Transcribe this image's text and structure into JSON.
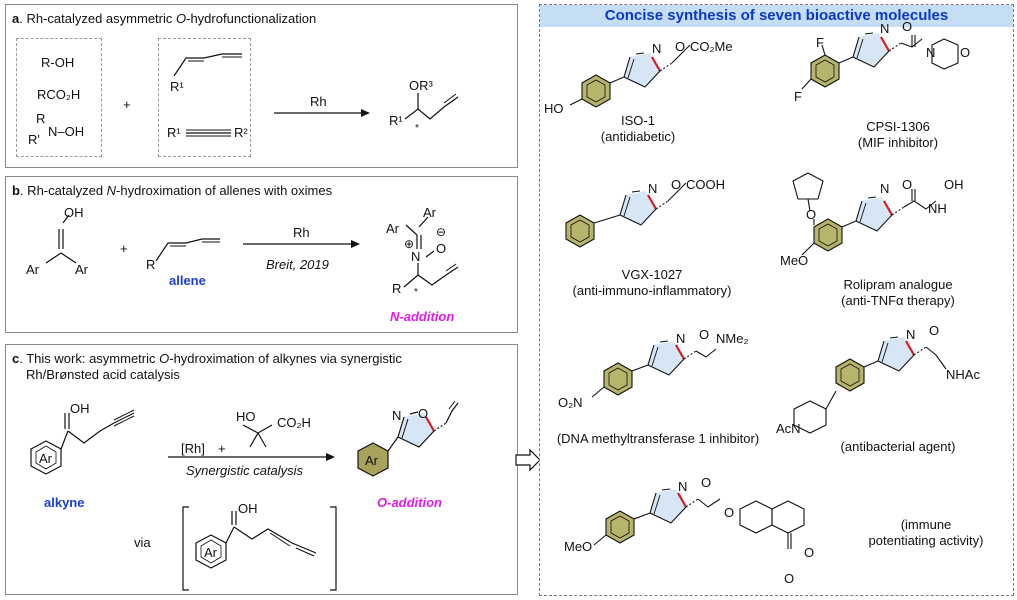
{
  "panel_a": {
    "title_letter": "a",
    "title_pre": ". Rh-catalyzed asymmetric ",
    "title_italic": "O",
    "title_post": "-hydrofunctionalization",
    "nucleophiles": [
      "R-OH",
      "RCO₂H",
      "N–OH"
    ],
    "n_sub": [
      "R",
      "R'"
    ],
    "plus": "+",
    "allene_r": "R¹",
    "alkyne_r1": "R¹",
    "alkyne_r2": "R²",
    "arrow_label": "Rh",
    "product_or": "OR³",
    "product_r": "R¹",
    "star": "*"
  },
  "panel_b": {
    "title_letter": "b",
    "title_pre": ". Rh-catalyzed ",
    "title_italic": "N",
    "title_post": "-hydroximation of allenes with oximes",
    "oh": "OH",
    "n": "N",
    "ar": "Ar",
    "plus": "+",
    "r": "R",
    "allene_label": "allene",
    "arrow_label": "Rh",
    "arrow_sub": "Breit, 2019",
    "product_label": "N-addition",
    "oplus": "⊕",
    "ominus": "⊖",
    "o": "O",
    "star": "*"
  },
  "panel_c": {
    "title_letter": "c",
    "title_pre": ". This work: asymmetric ",
    "title_italic": "O",
    "title_post": "-hydroximation of alkynes via synergistic",
    "title_line2": "Rh/Brønsted acid catalysis",
    "oh": "OH",
    "n": "N",
    "ar": "Ar",
    "alkyne_label": "alkyne",
    "reagent_rh": "[Rh]",
    "plus": "+",
    "acid_ho": "HO",
    "acid_co2h": "CO₂H",
    "arrow_sub": "Synergistic catalysis",
    "product_label": "O-addition",
    "via": "via",
    "o": "O"
  },
  "right": {
    "header": "Concise synthesis of seven bioactive molecules",
    "molecules": [
      {
        "name": "ISO-1",
        "desc": "(antidiabetic)",
        "sub": "CO₂Me",
        "ring_sub": "HO"
      },
      {
        "name": "CPSI-1306",
        "desc": "(MIF inhibitor)",
        "sub": "N",
        "ring_sub": "F"
      },
      {
        "name": "VGX-1027",
        "desc": "(anti-immuno-inflammatory)",
        "sub": "COOH"
      },
      {
        "name": "Rolipram analogue",
        "desc": "(anti-TNFα therapy)",
        "sub": "NH",
        "ring_sub": "MeO"
      },
      {
        "name": "",
        "desc": "(DNA methyltransferase 1 inhibitor)",
        "sub": "NMe₂",
        "ring_sub": "O₂N"
      },
      {
        "name": "",
        "desc": "(antibacterial agent)",
        "sub": "NHAc",
        "ring_sub": "AcN"
      },
      {
        "name": "(immune",
        "desc": "potentiating activity)",
        "sub": "O",
        "ring_sub": "MeO"
      }
    ],
    "iso_n": "N",
    "iso_o": "O",
    "oh": "OH",
    "f": "F",
    "o": "O"
  },
  "colors": {
    "header_bg": "#c6def4",
    "header_text": "#0b38c8",
    "ring_fill": "#d6e6f4",
    "olive_fill": "#a8a35c",
    "highlight_bond": "#e2161e",
    "blue_label": "#1a3ed1",
    "magenta_label": "#e21ce1",
    "aryl_fill": "#b7b46c"
  }
}
